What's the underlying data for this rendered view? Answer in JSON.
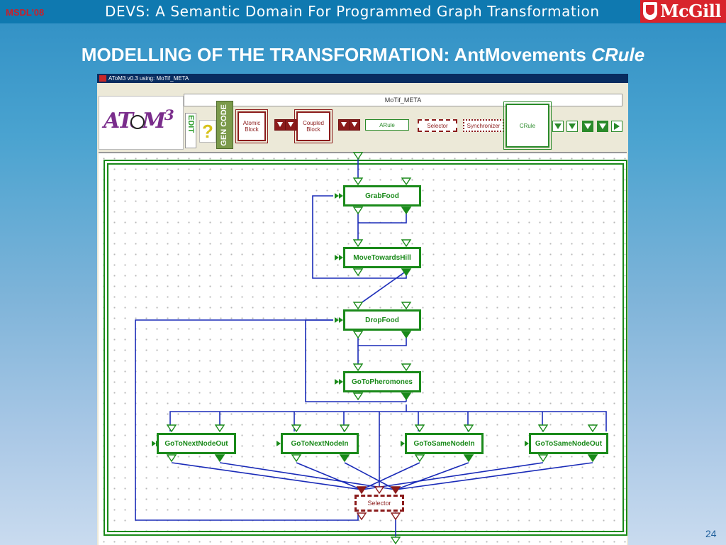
{
  "slide": {
    "tag": "MSDL’08",
    "header": "DEVS: A Semantic Domain For Programmed Graph Transformation",
    "logo": "McGill",
    "title_main": "MODELLING OF THE TRANSFORMATION: AntMovements ",
    "title_italic": "CRule",
    "page_number": "24"
  },
  "window": {
    "title": "AToM3 v0.3 using: MoTif_META",
    "meta_name": "MoTif_META",
    "logo_text": "AToM",
    "logo_sup": "3",
    "toolbar": {
      "edit": "EDIT",
      "help": "?",
      "gen_code": "GEN CODE",
      "atomic_block": "Atomic Block",
      "coupled_block": "Coupled Block",
      "arule": "ARule",
      "selector": "Selector",
      "synchronizer": "Synchronizer",
      "crule": "CRule"
    }
  },
  "diagram": {
    "nodes": [
      "GrabFood",
      "MoveTowardsHill",
      "DropFood",
      "GoToPheromones",
      "GoToNextNodeOut",
      "GoToNextNodeIn",
      "GoToSameNodeIn",
      "GoToSameNodeOut"
    ],
    "selector": "Selector"
  },
  "colors": {
    "node": "#1a8a1a",
    "edge": "#1a2bb8",
    "selector": "#8b1b1b",
    "title_bar": "#082c5f"
  }
}
